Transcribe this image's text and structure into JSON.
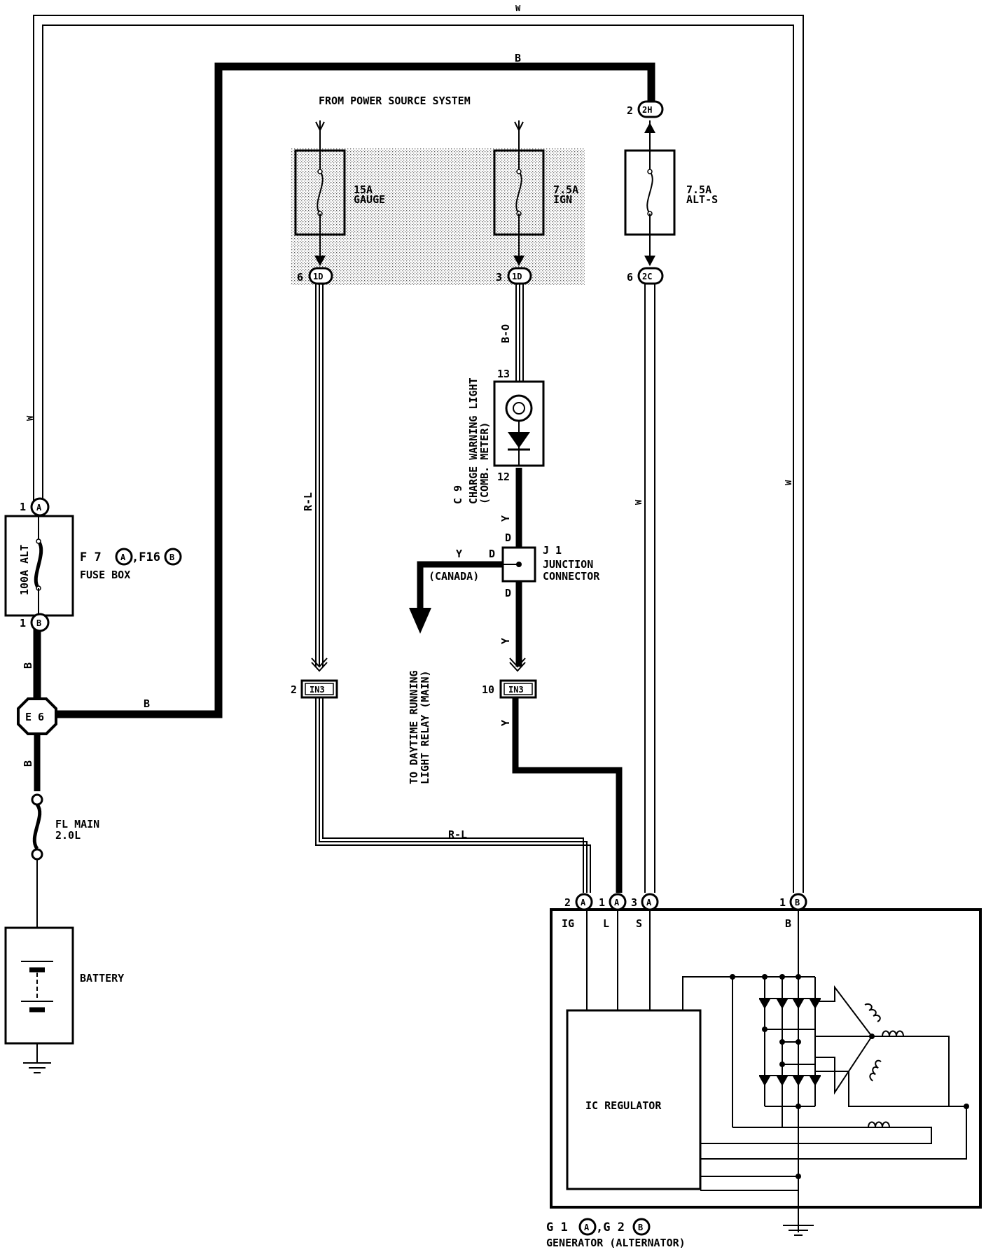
{
  "header": {
    "title": "FROM POWER SOURCE SYSTEM"
  },
  "wire_colors": {
    "w": "W",
    "b": "B",
    "rl": "R-L",
    "y": "Y",
    "bo": "B-O"
  },
  "fuses": {
    "gauge": {
      "rating": "15A",
      "name": "GAUGE",
      "pin": "6",
      "conn": "1D"
    },
    "ign": {
      "rating": "7.5A",
      "name": "IGN",
      "pin": "3",
      "conn": "1D"
    },
    "alts": {
      "rating": "7.5A",
      "name": "ALT-S",
      "pin_top": "2",
      "conn_top": "2H",
      "pin_bot": "6",
      "conn_bot": "2C"
    }
  },
  "fusebox": {
    "fuse_label": "100A ALT",
    "part": "F 7",
    "conn_a": "A",
    "part_sep": ",F16",
    "conn_b": "B",
    "name": "FUSE BOX",
    "pin_top": "1",
    "pin_bot": "1"
  },
  "e6": {
    "label": "E 6"
  },
  "fl_main": {
    "line1": "FL MAIN",
    "line2": "2.0L"
  },
  "battery": {
    "label": "BATTERY"
  },
  "warning_light": {
    "pin_top": "13",
    "pin_bot": "12",
    "part": "C 9",
    "name": "CHARGE WARNING LIGHT",
    "sub": "(COMB. METER)"
  },
  "junction": {
    "part": "J 1",
    "line1": "JUNCTION",
    "line2": "CONNECTOR",
    "pin": "D",
    "canada": "(CANADA)"
  },
  "drl": {
    "line1": "TO DAYTIME RUNNING",
    "line2": "LIGHT RELAY (MAIN)"
  },
  "in3": {
    "conn": "IN3",
    "pin_left": "2",
    "pin_right": "10"
  },
  "generator": {
    "pins": [
      {
        "num": "2",
        "conn": "A",
        "term": "IG"
      },
      {
        "num": "1",
        "conn": "A",
        "term": "L"
      },
      {
        "num": "3",
        "conn": "A",
        "term": "S"
      },
      {
        "num": "1",
        "conn": "B",
        "term": "B"
      }
    ],
    "regulator": "IC REGULATOR",
    "part1": "G 1",
    "conn_a": "A",
    "part_sep": ",G 2",
    "conn_b": "B",
    "name": "GENERATOR (ALTERNATOR)"
  }
}
